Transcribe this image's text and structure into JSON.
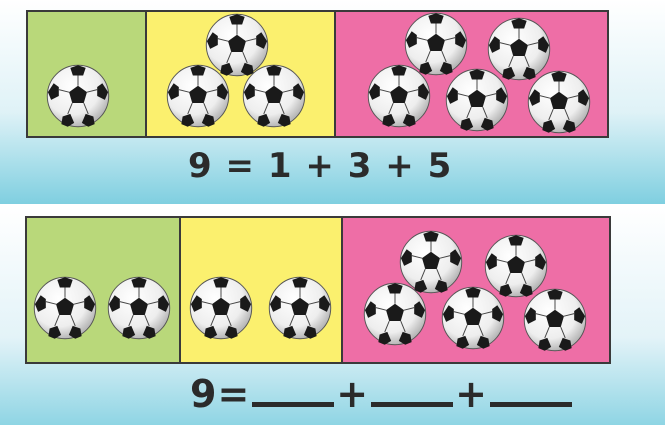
{
  "colors": {
    "green_group": "#b9d87a",
    "yellow_group": "#fbf06e",
    "pink_group": "#ee6ea6",
    "ball": "soccer-ball"
  },
  "top_example": {
    "group_counts": [
      1,
      3,
      5
    ],
    "equation": {
      "total": "9",
      "equals": "=",
      "addend_1": "1",
      "plus_1": "+",
      "addend_2": "3",
      "plus_2": "+",
      "addend_3": "5"
    }
  },
  "bottom_exercise": {
    "group_counts": [
      2,
      2,
      5
    ],
    "equation": {
      "total": "9",
      "equals": "=",
      "plus_1": "+",
      "plus_2": "+"
    }
  }
}
